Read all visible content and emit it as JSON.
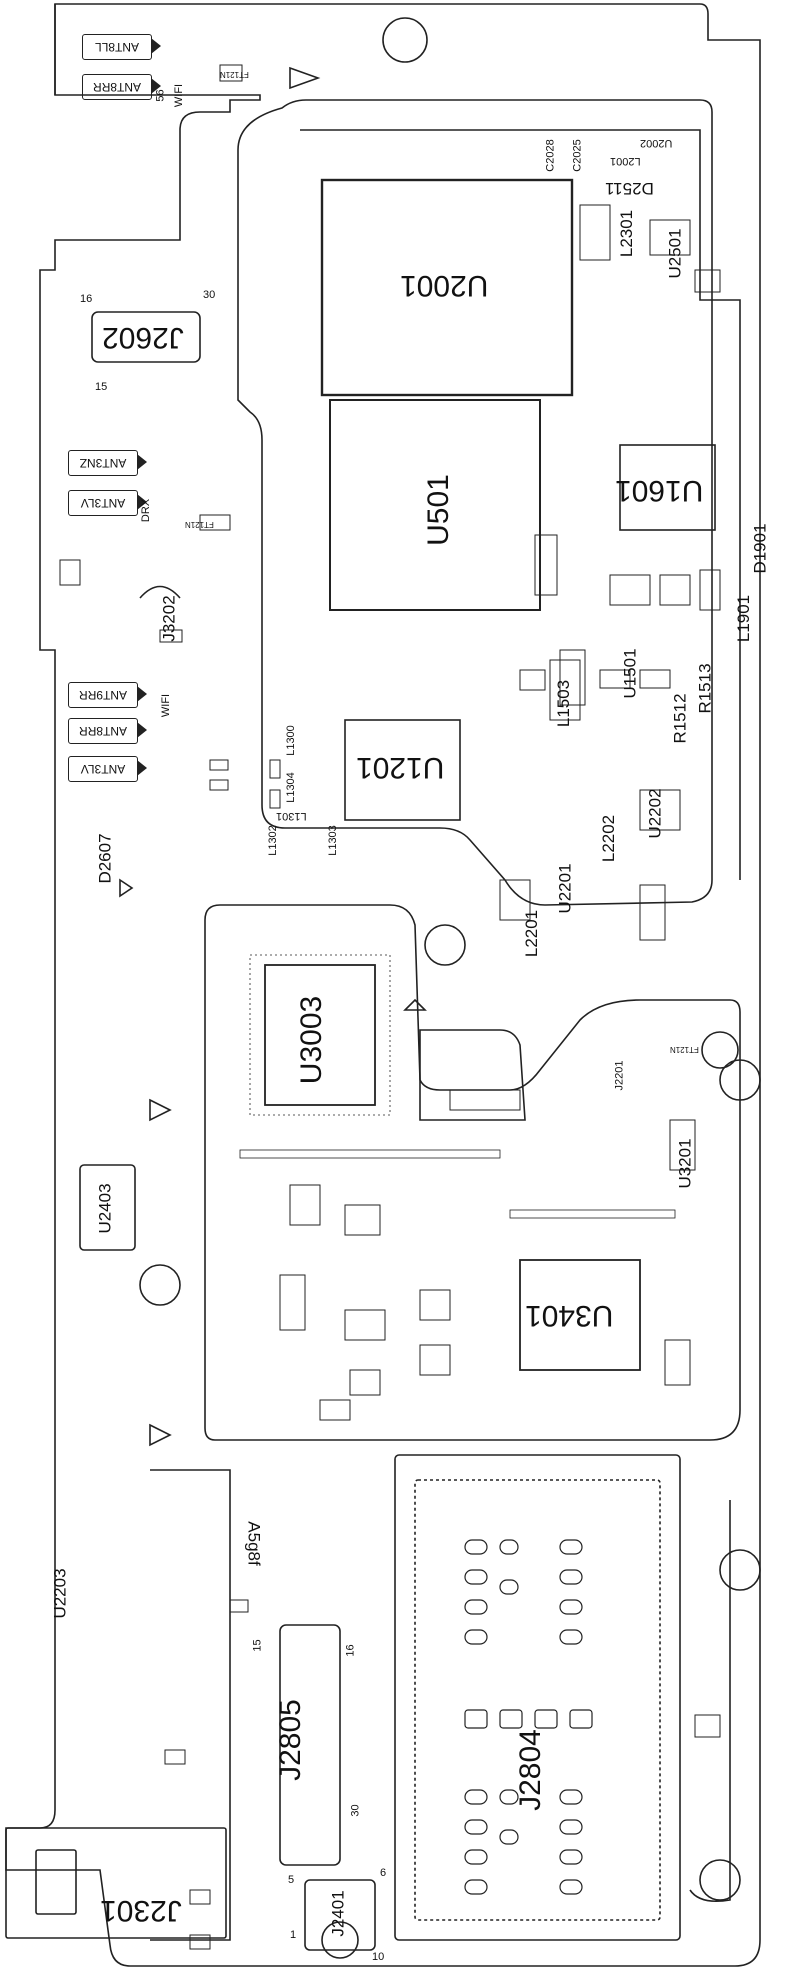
{
  "board": {
    "variant": "A5g8f",
    "chips": {
      "u2001": "U2001",
      "u501": "U501",
      "u1201": "U1201",
      "u1601": "U1601",
      "u1501": "U1501",
      "u2202": "U2202",
      "u2201": "U2201",
      "u3003": "U3003",
      "u3401": "U3401",
      "u2403": "U2403",
      "u2203": "U2203",
      "u2501": "U2501",
      "u3201": "U3201",
      "u2002": "U2002"
    },
    "connectors": {
      "j2602": "J2602",
      "j2805": "J2805",
      "j2804": "J2804",
      "j2301": "J2301",
      "j2401": "J2401",
      "j3202": "J3202",
      "j2201": "J2201"
    },
    "antennas": {
      "ant8_ll": "ANT8LL",
      "ant8_rr": "ANT8RR",
      "ant3_nz": "ANT3NZ",
      "ant3_lv": "ANT3LV",
      "ant9_rr": "ANT9RR",
      "ant8_rr2": "ANT8RR",
      "ant3_lv2": "ANT3LV"
    },
    "passives": {
      "l2301": "L2301",
      "l1901": "L1901",
      "l1503": "L1503",
      "r1513": "R1513",
      "r1512": "R1512",
      "d1901": "D1901",
      "l2201": "L2201",
      "l2202": "L2202",
      "l1304": "L1304",
      "l1300": "L1300",
      "l1301": "L1301",
      "l1302": "L1302",
      "l1303": "L1303",
      "c2028": "C2028",
      "c2025": "C2025",
      "l2001": "L2001",
      "d2511": "D2511",
      "d2607": "D2607"
    },
    "small_labels": {
      "wifi_top": "WIFI",
      "wifi_mid": "WIFI",
      "band_56": "56",
      "drx": "DRX",
      "pin16": "16",
      "pin30": "30",
      "pin15": "15",
      "j2805_15": "15",
      "j2805_16": "16",
      "j2805_30": "30",
      "j2401_1": "1",
      "j2401_5": "5",
      "j2401_6": "6",
      "j2401_10": "10",
      "ft_top": "FT121N",
      "ft_mid": "FT121N",
      "ft_right": "FT121N"
    },
    "colors": {
      "ink": "#1a1a1a",
      "paper": "#ffffff",
      "silk": "#444444"
    }
  }
}
